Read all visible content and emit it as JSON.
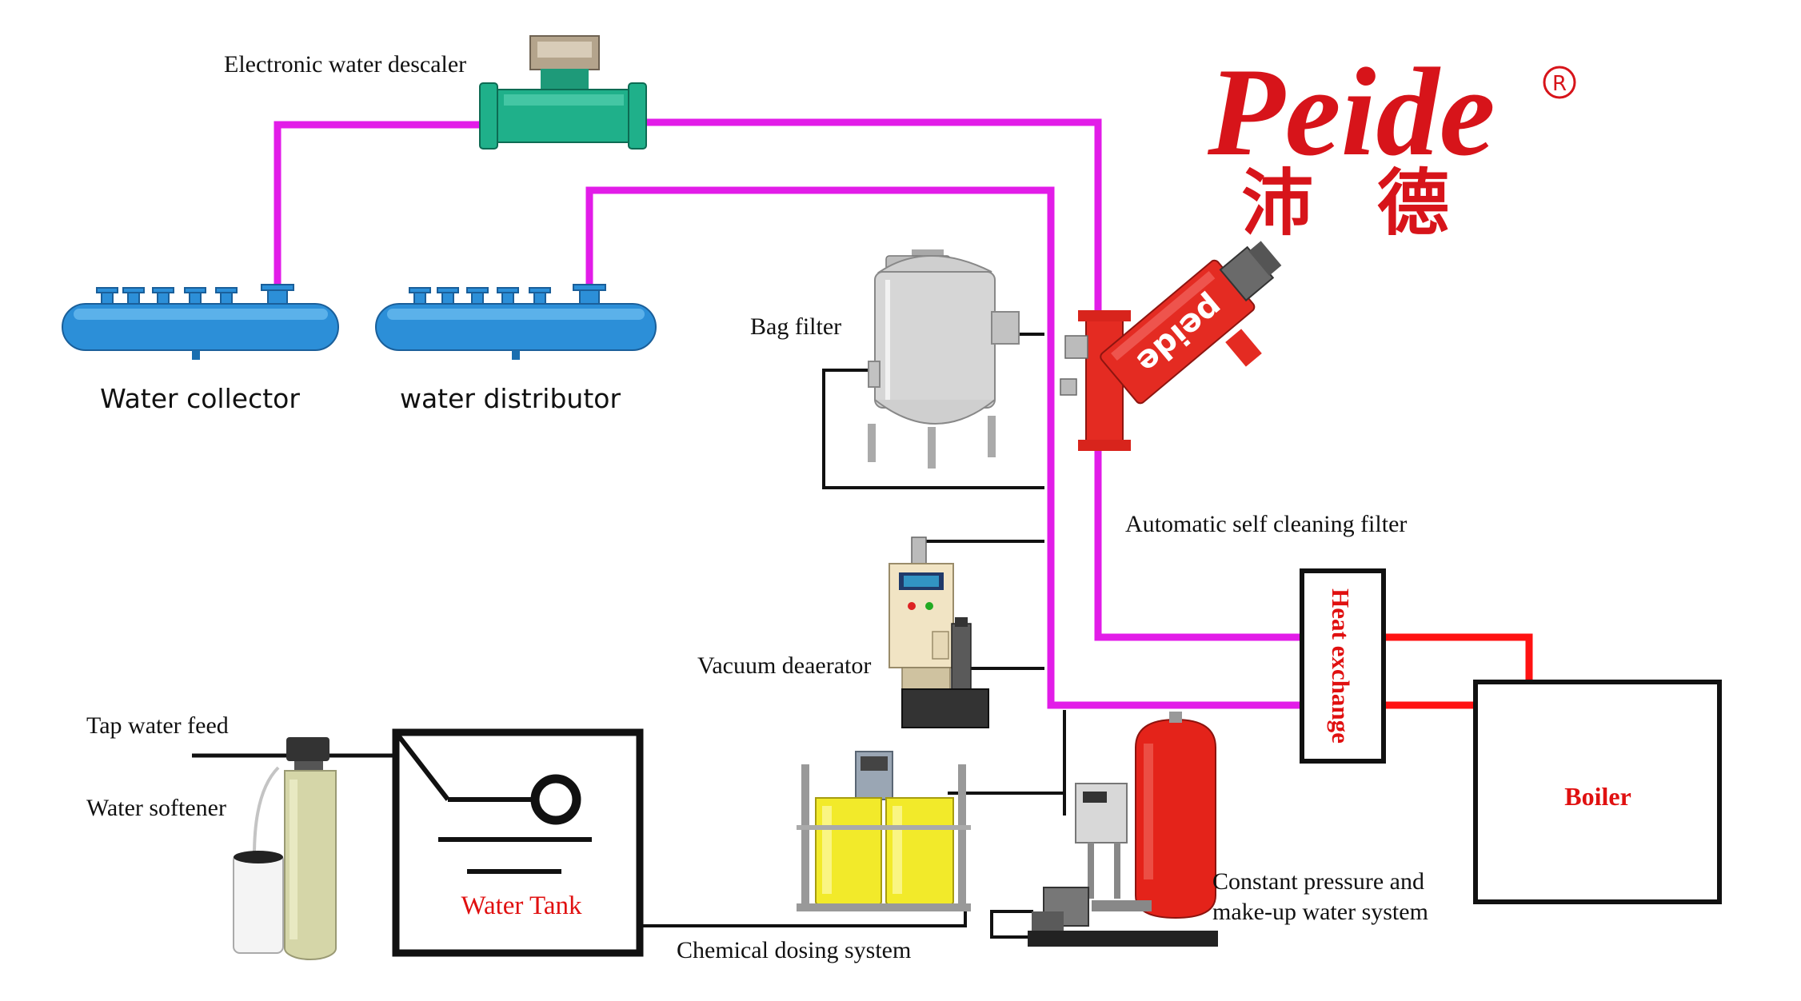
{
  "brand": {
    "name": "Peide",
    "chinese": "沛德",
    "registered_mark": "R",
    "color": "#d7141a"
  },
  "colors": {
    "magenta_pipe": "#e21ce8",
    "red_pipe": "#ff1212",
    "black_pipe": "#111111",
    "label_red": "#e01010",
    "tank_blue": "#2c8fd8",
    "descaler_green": "#1fb08a"
  },
  "labels": {
    "descaler": "Electronic  water descaler",
    "collector": "Water collector",
    "distributor": "water distributor",
    "bag_filter": "Bag filter",
    "self_clean": "Automatic self cleaning filter",
    "deaerator": "Vacuum deaerator",
    "tap_water": "Tap water feed",
    "softener": "Water softener",
    "water_tank": "Water Tank",
    "dosing": "Chemical dosing  system",
    "pressure_line1": "Constant pressure and",
    "pressure_line2": "make-up water system",
    "heat_exchange": "Heat exchange",
    "boiler": "Boiler"
  },
  "filter_body_text": "peide"
}
